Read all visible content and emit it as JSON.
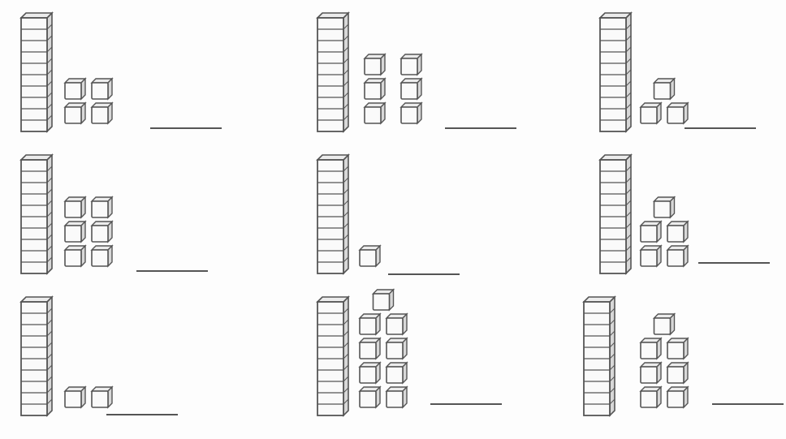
{
  "worksheet": {
    "problems": [
      {
        "tens": 1,
        "ones": 4
      },
      {
        "tens": 1,
        "ones": 6
      },
      {
        "tens": 1,
        "ones": 3
      },
      {
        "tens": 1,
        "ones": 6
      },
      {
        "tens": 1,
        "ones": 1
      },
      {
        "tens": 1,
        "ones": 5
      },
      {
        "tens": 1,
        "ones": 2
      },
      {
        "tens": 1,
        "ones": 9
      },
      {
        "tens": 1,
        "ones": 7
      }
    ],
    "answer_values": [
      "",
      "",
      "",
      "",
      "",
      "",
      "",
      "",
      ""
    ]
  }
}
